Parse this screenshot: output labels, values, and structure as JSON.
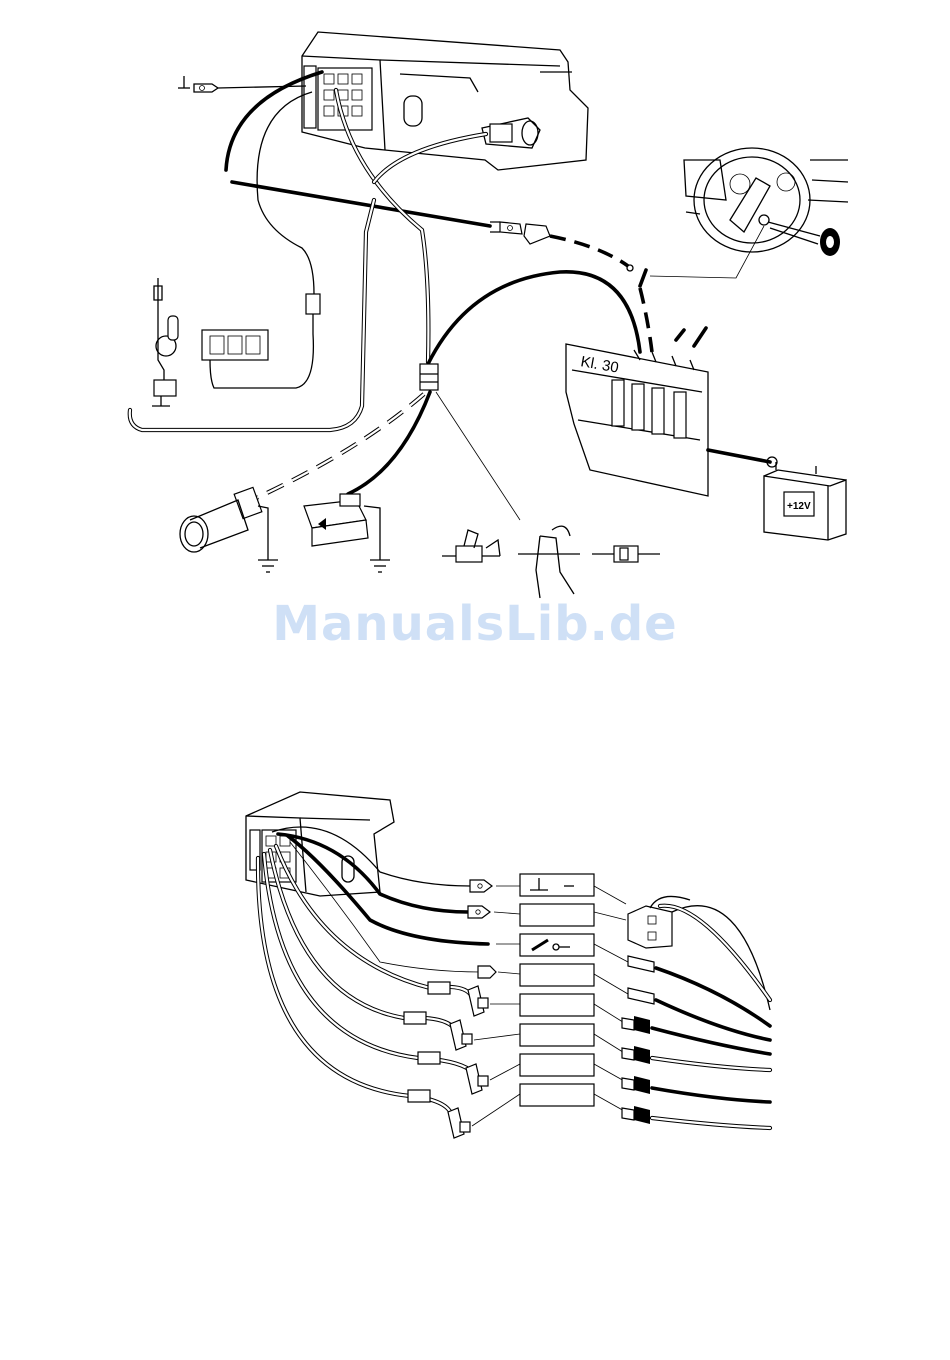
{
  "watermark": "ManualsLib.de",
  "labels": {
    "terminal": "Kl. 30",
    "battery": "+12V"
  },
  "icons": [
    "ground-symbol-icon",
    "minus-sign-icon",
    "ignition-key-icon",
    "earth-ground-icon",
    "antenna-icon",
    "speaker-connector-icon",
    "crimp-pliers-icon"
  ]
}
